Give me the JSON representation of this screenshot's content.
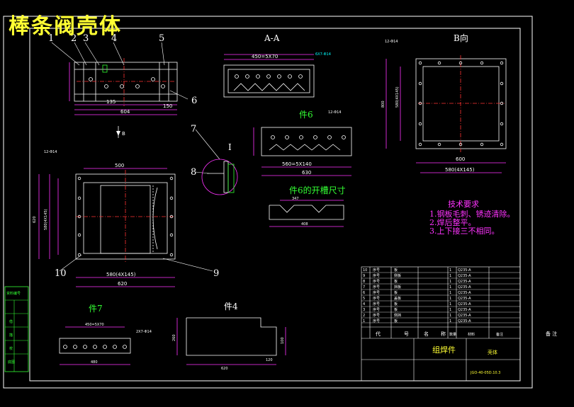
{
  "title": "棒条阀壳体",
  "part_labels": [
    "1",
    "2",
    "3",
    "4",
    "5",
    "6",
    "7",
    "8",
    "9",
    "10"
  ],
  "views": {
    "a_a": "A-A",
    "b_dir": "B向",
    "part6": "件6",
    "part7": "件7",
    "part4": "件4",
    "part6_slot": "件6的开槽尺寸",
    "detail_i": "I",
    "arrow_b": "B"
  },
  "dims": {
    "top_width": "604",
    "top_135": "135",
    "top_150": "150",
    "aa_450": "450=5X70",
    "aa_hole": "6X7-Φ14",
    "b_top": "12-Φ14",
    "b_800": "800",
    "b_600": "600",
    "b_580": "580(4X145)",
    "b_580v": "580(4X145)",
    "p6_hole": "12-Φ14",
    "p6_560": "560=5X140",
    "p6_630": "630",
    "main_500": "500",
    "main_580": "580(4X145)",
    "main_620": "620",
    "main_580v": "580(4X145)",
    "main_620v": "620",
    "main_hole": "12-Φ14",
    "slot_347": "347",
    "slot_408": "408",
    "p7_450": "450=5X70",
    "p7_480": "480",
    "p7_hole": "2X7-Φ14",
    "p4_620": "620",
    "p4_120": "120",
    "p4_260": "260",
    "p4_100": "100"
  },
  "notes": {
    "heading": "技术要求",
    "lines": [
      "1.钢板毛刺、锈迹清除。",
      "2.焊后整平。",
      "3.上下接三不相同。"
    ]
  },
  "title_block": {
    "assembly": "组焊件",
    "name": "壳体",
    "code": "JGO-40-05D.10.3",
    "header_cols": [
      "代",
      "号",
      "名",
      "称",
      "数量",
      "材料",
      "备注"
    ],
    "side_note": "备 注",
    "rows": [
      [
        "10",
        "序号",
        "板",
        "1",
        "Q235-A",
        "",
        ""
      ],
      [
        "9",
        "序号",
        "侧板",
        "1",
        "Q235-A",
        "",
        ""
      ],
      [
        "8",
        "序号",
        "板",
        "1",
        "Q235-A",
        "",
        ""
      ],
      [
        "7",
        "序号",
        "挡板",
        "1",
        "Q235-A",
        "",
        ""
      ],
      [
        "6",
        "序号",
        "板",
        "1",
        "Q235-A",
        "",
        ""
      ],
      [
        "5",
        "序号",
        "盖板",
        "1",
        "Q235-A",
        "",
        ""
      ],
      [
        "4",
        "序号",
        "板",
        "1",
        "Q235-A",
        "",
        ""
      ],
      [
        "3",
        "序号",
        "板",
        "1",
        "Q235-A",
        "",
        ""
      ],
      [
        "2",
        "序号",
        "侧挡",
        "1",
        "Q235-A",
        "",
        ""
      ],
      [
        "1",
        "序号",
        "板",
        "1",
        "Q235-A",
        "",
        ""
      ]
    ]
  },
  "left_strip": [
    "资料编号",
    "",
    "借",
    "描",
    "校",
    "底图",
    "日期"
  ]
}
